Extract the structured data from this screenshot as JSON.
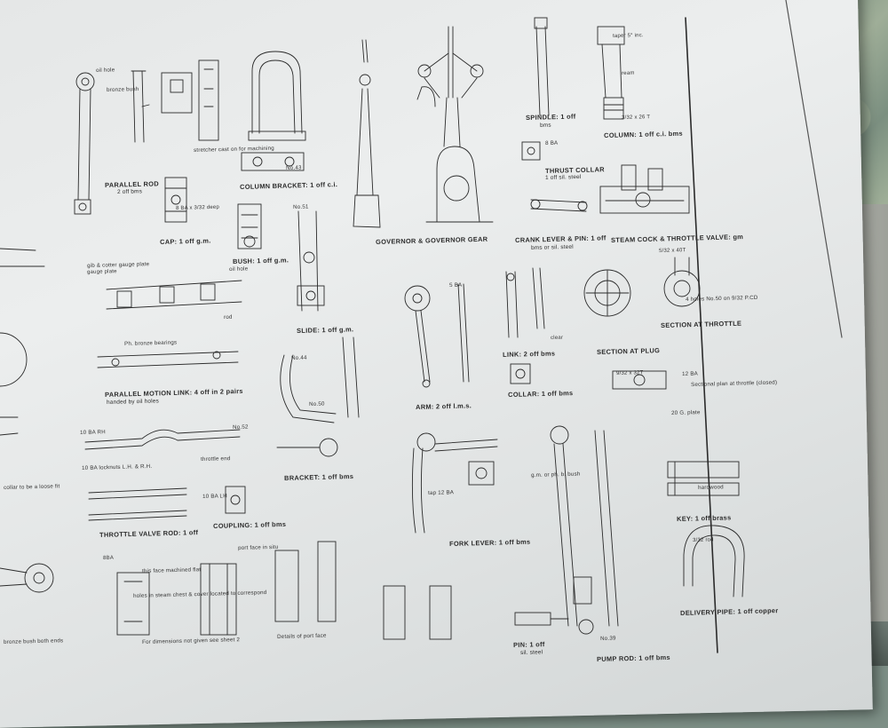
{
  "sheet": {
    "parts": [
      {
        "key": "parallel_rod",
        "title": "PARALLEL ROD",
        "sub": "2 off bms"
      },
      {
        "key": "column_bracket",
        "title": "COLUMN BRACKET: 1 off c.i."
      },
      {
        "key": "cap",
        "title": "CAP: 1 off g.m."
      },
      {
        "key": "bush",
        "title": "BUSH: 1 off g.m."
      },
      {
        "key": "slide",
        "title": "SLIDE: 1 off g.m."
      },
      {
        "key": "governor",
        "title": "GOVERNOR & GOVERNOR GEAR"
      },
      {
        "key": "spindle",
        "title": "SPINDLE: 1 off",
        "sub": "bms"
      },
      {
        "key": "column",
        "title": "COLUMN: 1 off c.i. bms"
      },
      {
        "key": "thrust_collar",
        "title": "THRUST COLLAR",
        "sub": "1 off sil. steel"
      },
      {
        "key": "crank_lever",
        "title": "CRANK LEVER & PIN: 1 off",
        "sub": "bms or sil. steel"
      },
      {
        "key": "steam_cock",
        "title": "STEAM COCK & THROTTLE VALVE: gm"
      },
      {
        "key": "link",
        "title": "LINK: 2 off bms"
      },
      {
        "key": "section_plug",
        "title": "SECTION AT PLUG"
      },
      {
        "key": "section_throttle",
        "title": "SECTION AT THROTTLE"
      },
      {
        "key": "parallel_motion_link",
        "title": "PARALLEL MOTION LINK: 4 off in 2 pairs",
        "sub": "handed by oil holes"
      },
      {
        "key": "arm",
        "title": "ARM: 2 off l.m.s."
      },
      {
        "key": "collar",
        "title": "COLLAR: 1 off bms"
      },
      {
        "key": "bracket",
        "title": "BRACKET: 1 off bms"
      },
      {
        "key": "throttle_valve_rod",
        "title": "THROTTLE VALVE ROD: 1 off"
      },
      {
        "key": "coupling",
        "title": "COUPLING: 1 off bms"
      },
      {
        "key": "fork_lever",
        "title": "FORK LEVER: 1 off bms"
      },
      {
        "key": "key",
        "title": "KEY: 1 off brass"
      },
      {
        "key": "delivery_pipe",
        "title": "DELIVERY PIPE: 1 off copper"
      },
      {
        "key": "pin",
        "title": "PIN: 1 off",
        "sub": "sil. steel"
      },
      {
        "key": "pump_rod",
        "title": "PUMP ROD: 1 off bms"
      }
    ],
    "notes": {
      "oil_hole": "oil hole",
      "bronze_bush": "bronze bush",
      "stretcher": "stretcher cast on for machining",
      "gib_cotter": "gib & cotter gauge plate",
      "bronze_bearings": "Ph. bronze bearings",
      "rod": "rod",
      "hardwood": "hardwood",
      "g20": "20 G. plate",
      "sectional_plan": "Sectional plan at throttle (closed)",
      "holes_steam": "holes in steam chest & cover located to correspond",
      "machined_flat": "this face machined flat",
      "port_face": "port face in situ",
      "details_port": "Details of port face",
      "dims_not_given": "For dimensions not given see sheet 2",
      "bronze_bush_ends": "bronze bush both ends",
      "throttle_end": "throttle end",
      "locknuts": "10 BA locknuts L.H. & R.H.",
      "ba10rh": "10 BA RH",
      "ba10lh": "10 BA LH",
      "collar_loose": "collar to be a loose fit",
      "gm_bush": "g.m. or ph. b. bush",
      "holes_no50": "4 holes No.50 on 9/32 P.CD",
      "ba12": "12 BA",
      "ba8": "8 BA",
      "ba5": "5 BA",
      "tap12": "tap 12 BA",
      "no51": "No.51",
      "no44": "No.44",
      "no52": "No.52",
      "no39": "No.39",
      "no43": "No.43",
      "no50": "No.50",
      "thread_40t": "5/32 x 40T",
      "thread_32t": "9/32 x 32T",
      "thread_26t": "3/32 x 26 T",
      "ba_deep": "8 BA x 3/32 deep",
      "clear": "clear",
      "gauge_plate": "gauge plate",
      "taper": "taper 5° inc.",
      "ream": "ream",
      "rod_3_32": "3/32 rod",
      "bms_off": "2 off bms",
      "ba8_lower": "8BA",
      "hex": "3/32 x 26T"
    },
    "colors": {
      "paper": "#e6e8e8",
      "ink": "#2b2b2b"
    }
  }
}
